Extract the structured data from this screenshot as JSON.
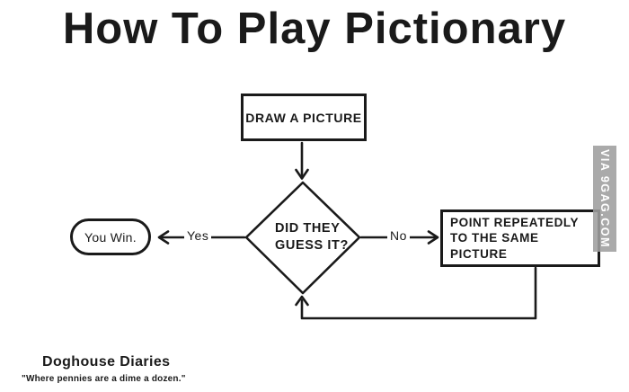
{
  "title": "How To Play Pictionary",
  "flowchart": {
    "start_box": "DRAW A PICTURE",
    "decision": {
      "line1": "DID THEY",
      "line2": "GUESS IT?"
    },
    "yes_label": "Yes",
    "no_label": "No",
    "win_box": "You Win.",
    "action_box": {
      "line1": "POINT REPEATEDLY",
      "line2": "TO THE SAME PICTURE"
    }
  },
  "watermark": "VIA 9GAG.COM",
  "footer": {
    "author": "Doghouse Diaries",
    "tagline": "\"Where pennies are a dime a dozen.\""
  },
  "colors": {
    "ink": "#1a1a1a",
    "background": "#ffffff",
    "watermark_bg": "#9e9e9e",
    "watermark_text": "#ffffff"
  }
}
